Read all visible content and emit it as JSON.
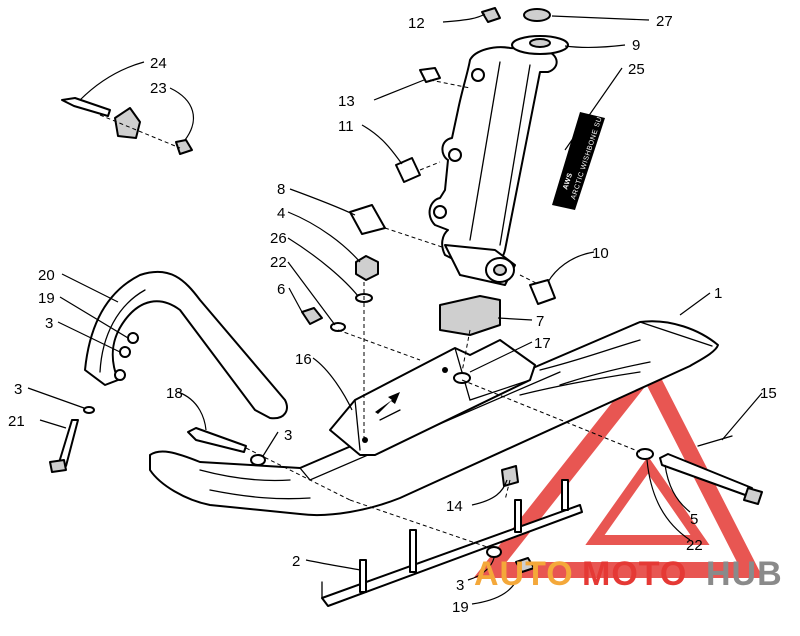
{
  "callouts": {
    "c1": "1",
    "c2": "2",
    "c3a": "3",
    "c3b": "3",
    "c3c": "3",
    "c3d": "3",
    "c4": "4",
    "c5": "5",
    "c6": "6",
    "c7": "7",
    "c8": "8",
    "c9": "9",
    "c10": "10",
    "c11": "11",
    "c12": "12",
    "c13": "13",
    "c14": "14",
    "c15": "15",
    "c16": "16",
    "c17": "17",
    "c18": "18",
    "c19a": "19",
    "c19b": "19",
    "c20": "20",
    "c21": "21",
    "c22a": "22",
    "c22b": "22",
    "c23": "23",
    "c24": "24",
    "c25": "25",
    "c26": "26",
    "c27": "27"
  },
  "decal": {
    "logo": "AWS",
    "subtitle": "ARCTIC WISHBONE SUSPENSION"
  },
  "watermark": {
    "part1": "AUTO",
    "part2": "MOTO",
    "part3": "HUB"
  },
  "colors": {
    "line": "#000000",
    "watermark_red": "#e53935",
    "watermark_orange": "#f4a83a",
    "watermark_gray": "#8a8a8a"
  }
}
